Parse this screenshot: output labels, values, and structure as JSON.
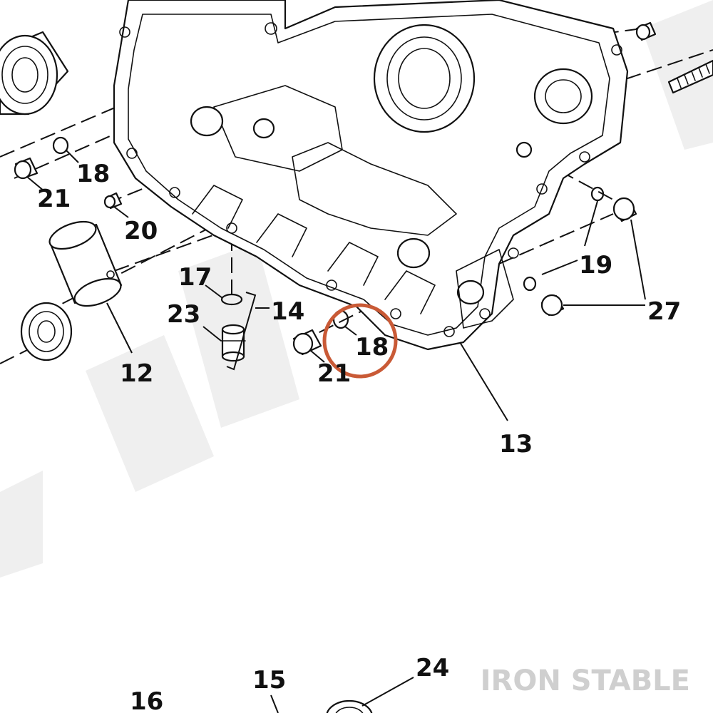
{
  "watermark": {
    "brand": "IRON STABLE"
  },
  "colors": {
    "ink": "#111111",
    "highlight": "#c95a36",
    "watermark": "#cfcfcf"
  },
  "callouts": [
    {
      "id": "c18a",
      "label": "18"
    },
    {
      "id": "c21a",
      "label": "21"
    },
    {
      "id": "c20",
      "label": "20"
    },
    {
      "id": "c12",
      "label": "12"
    },
    {
      "id": "c17",
      "label": "17"
    },
    {
      "id": "c23",
      "label": "23"
    },
    {
      "id": "c14",
      "label": "14"
    },
    {
      "id": "c18b",
      "label": "18"
    },
    {
      "id": "c21b",
      "label": "21"
    },
    {
      "id": "c13",
      "label": "13"
    },
    {
      "id": "c19",
      "label": "19"
    },
    {
      "id": "c27",
      "label": "27"
    },
    {
      "id": "c16",
      "label": "16"
    },
    {
      "id": "c15",
      "label": "15"
    },
    {
      "id": "c24",
      "label": "24"
    }
  ]
}
